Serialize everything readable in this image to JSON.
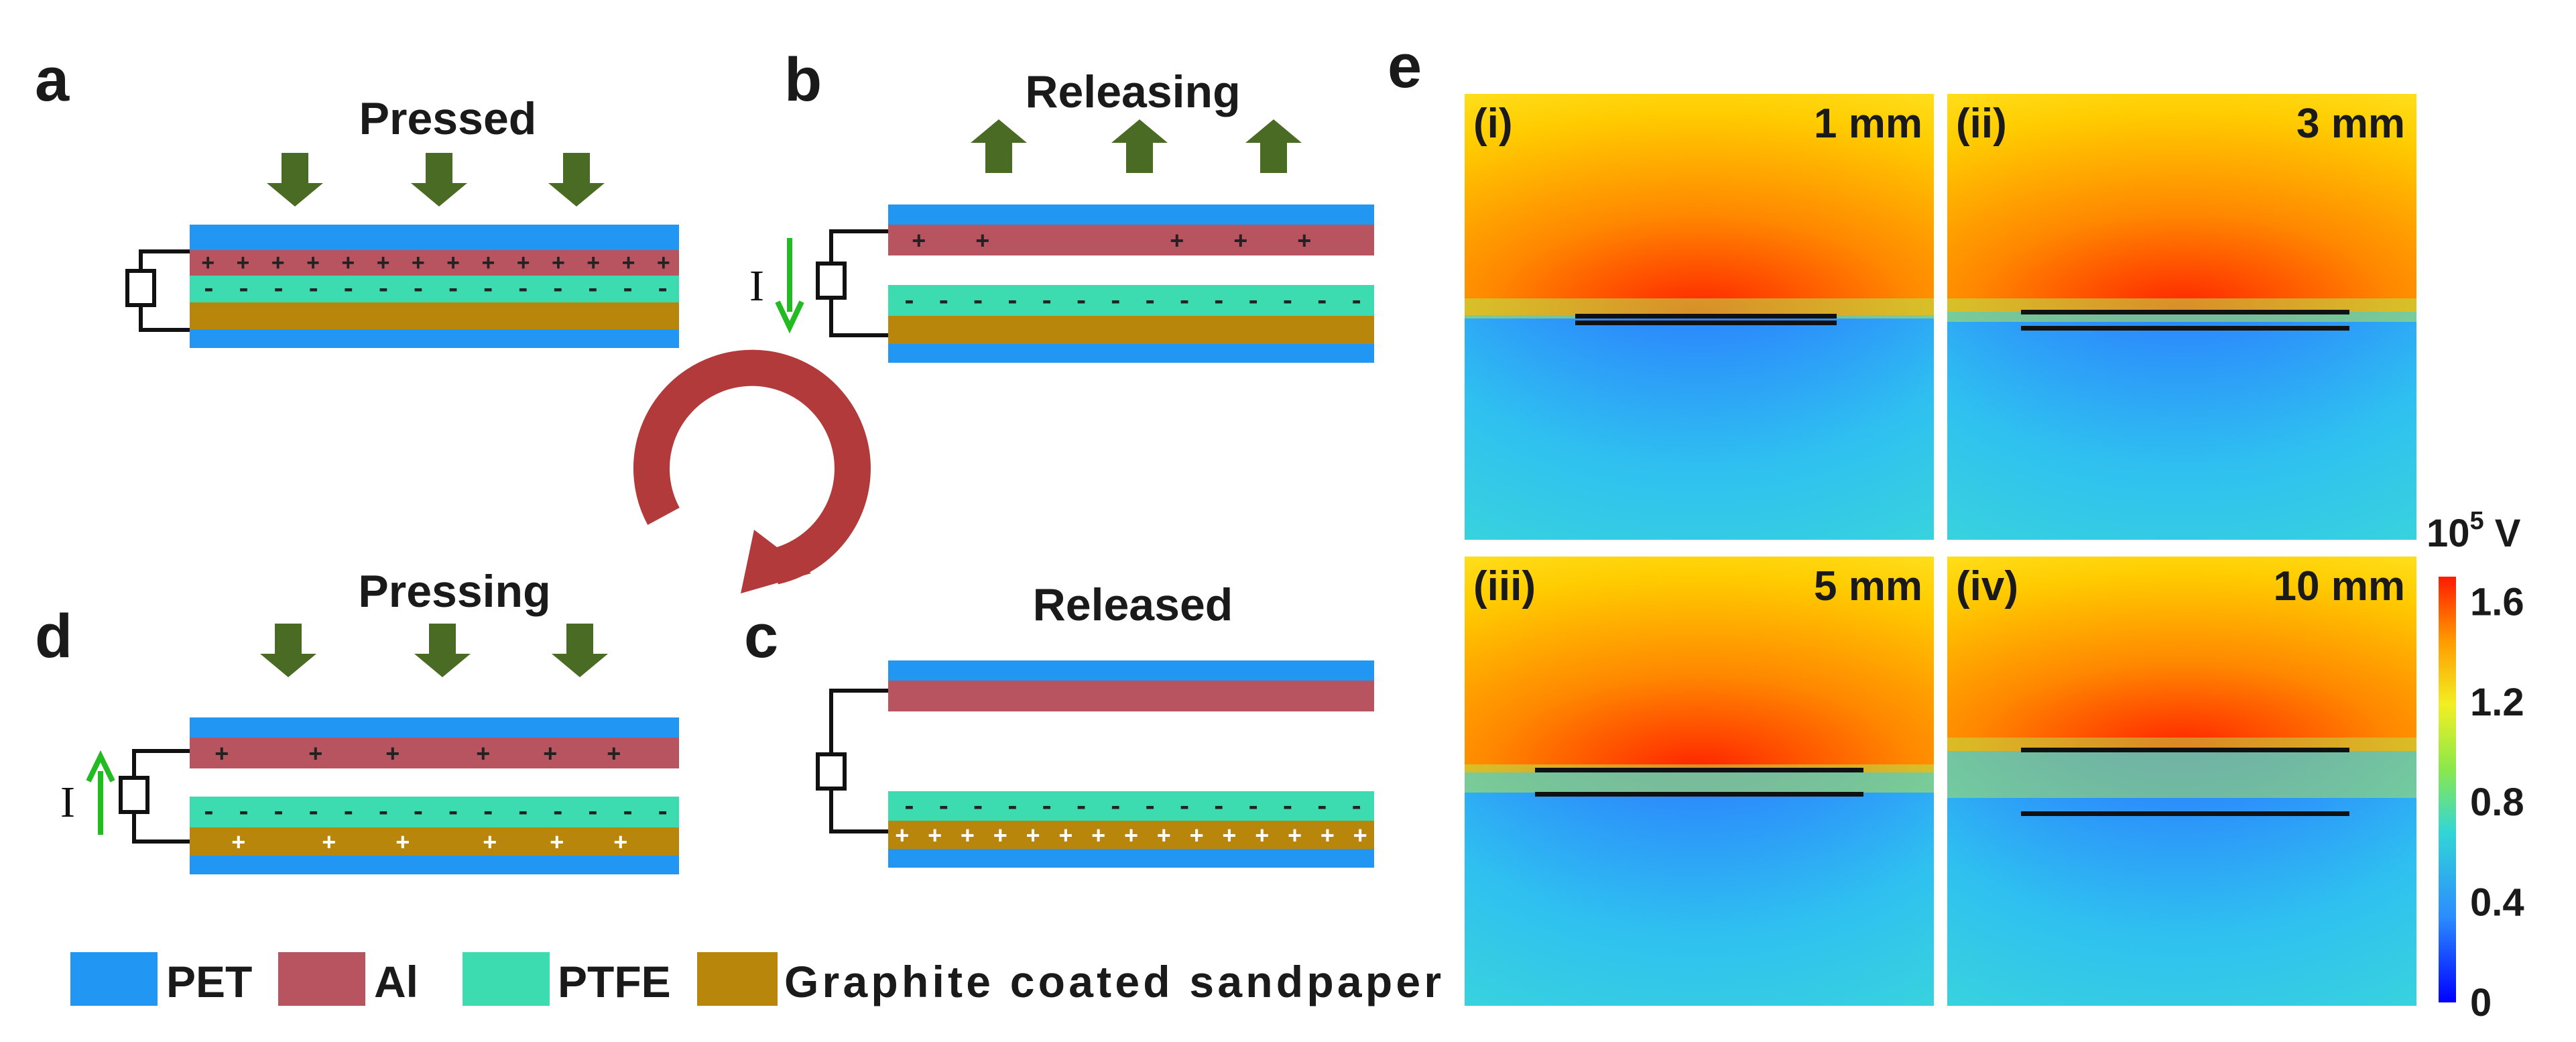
{
  "panels": {
    "a": "a",
    "b": "b",
    "c": "c",
    "d": "d",
    "e": "e"
  },
  "states": {
    "pressed": "Pressed",
    "releasing": "Releasing",
    "released": "Released",
    "pressing": "Pressing"
  },
  "current_label": "I",
  "legend": [
    {
      "label": "PET",
      "color": "#2196f3"
    },
    {
      "label": "Al",
      "color": "#b85460"
    },
    {
      "label": "PTFE",
      "color": "#3ddbb0"
    },
    {
      "label": "Graphite coated sandpaper",
      "color": "#b8860b"
    }
  ],
  "maps": [
    {
      "roman": "(i)",
      "gap": "1 mm"
    },
    {
      "roman": "(ii)",
      "gap": "3 mm"
    },
    {
      "roman": "(iii)",
      "gap": "5 mm"
    },
    {
      "roman": "(iv)",
      "gap": "10 mm"
    }
  ],
  "colorbar": {
    "unit_base": "10",
    "unit_exp": "5",
    "unit_suffix": " V",
    "ticks": [
      "1.6",
      "1.2",
      "0.8",
      "0.4",
      "0"
    ],
    "tick_values": [
      1.6,
      1.2,
      0.8,
      0.4,
      0
    ],
    "range": [
      0,
      1.7
    ]
  },
  "colors": {
    "arrow": "#4a6b24",
    "cycle": "#b23a3a",
    "current": "#22bb22"
  }
}
